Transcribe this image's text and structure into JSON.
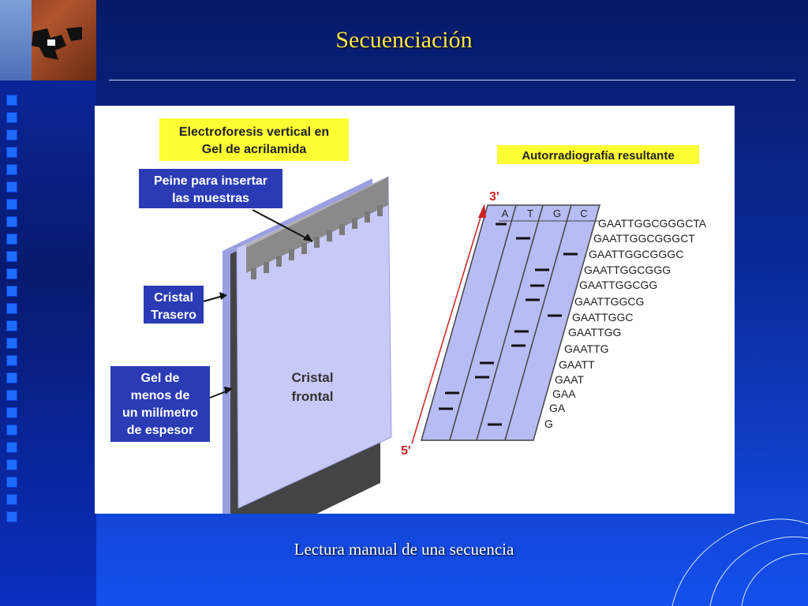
{
  "slide": {
    "title": "Secuenciación",
    "caption": "Lectura manual de una secuencia"
  },
  "figure": {
    "label_gel_line1": "Electroforesis vertical en",
    "label_gel_line2": "Gel de acrilamida",
    "label_comb_line1": "Peine para insertar",
    "label_comb_line2": "las muestras",
    "label_back_line1": "Cristal",
    "label_back_line2": "Trasero",
    "label_thickness_line1": "Gel de",
    "label_thickness_line2": "menos de",
    "label_thickness_line3": "un milímetro",
    "label_thickness_line4": "de espesor",
    "label_front_line1": "Cristal",
    "label_front_line2": "frontal",
    "label_autorad": "Autorradiografía resultante",
    "end_3prime": "3'",
    "end_5prime": "5'",
    "lanes": [
      "A",
      "T",
      "G",
      "C"
    ],
    "fragments": [
      "GAATTGGCGGGCTA",
      "GAATTGGCGGGCT",
      "GAATTGGCGGGC",
      "GAATTGGCGGG",
      "GAATTGGCGG",
      "GAATTGGCG",
      "GAATTGGC",
      "GAATTGG",
      "GAATTG",
      "GAATT",
      "GAAT",
      "GAA",
      "GA",
      "G"
    ]
  },
  "colors": {
    "label_yellow": "#ffff33",
    "label_blue": "#2a3bb5",
    "gel_lavender": "#b8bcf4",
    "arrow_red": "#cc2222"
  }
}
